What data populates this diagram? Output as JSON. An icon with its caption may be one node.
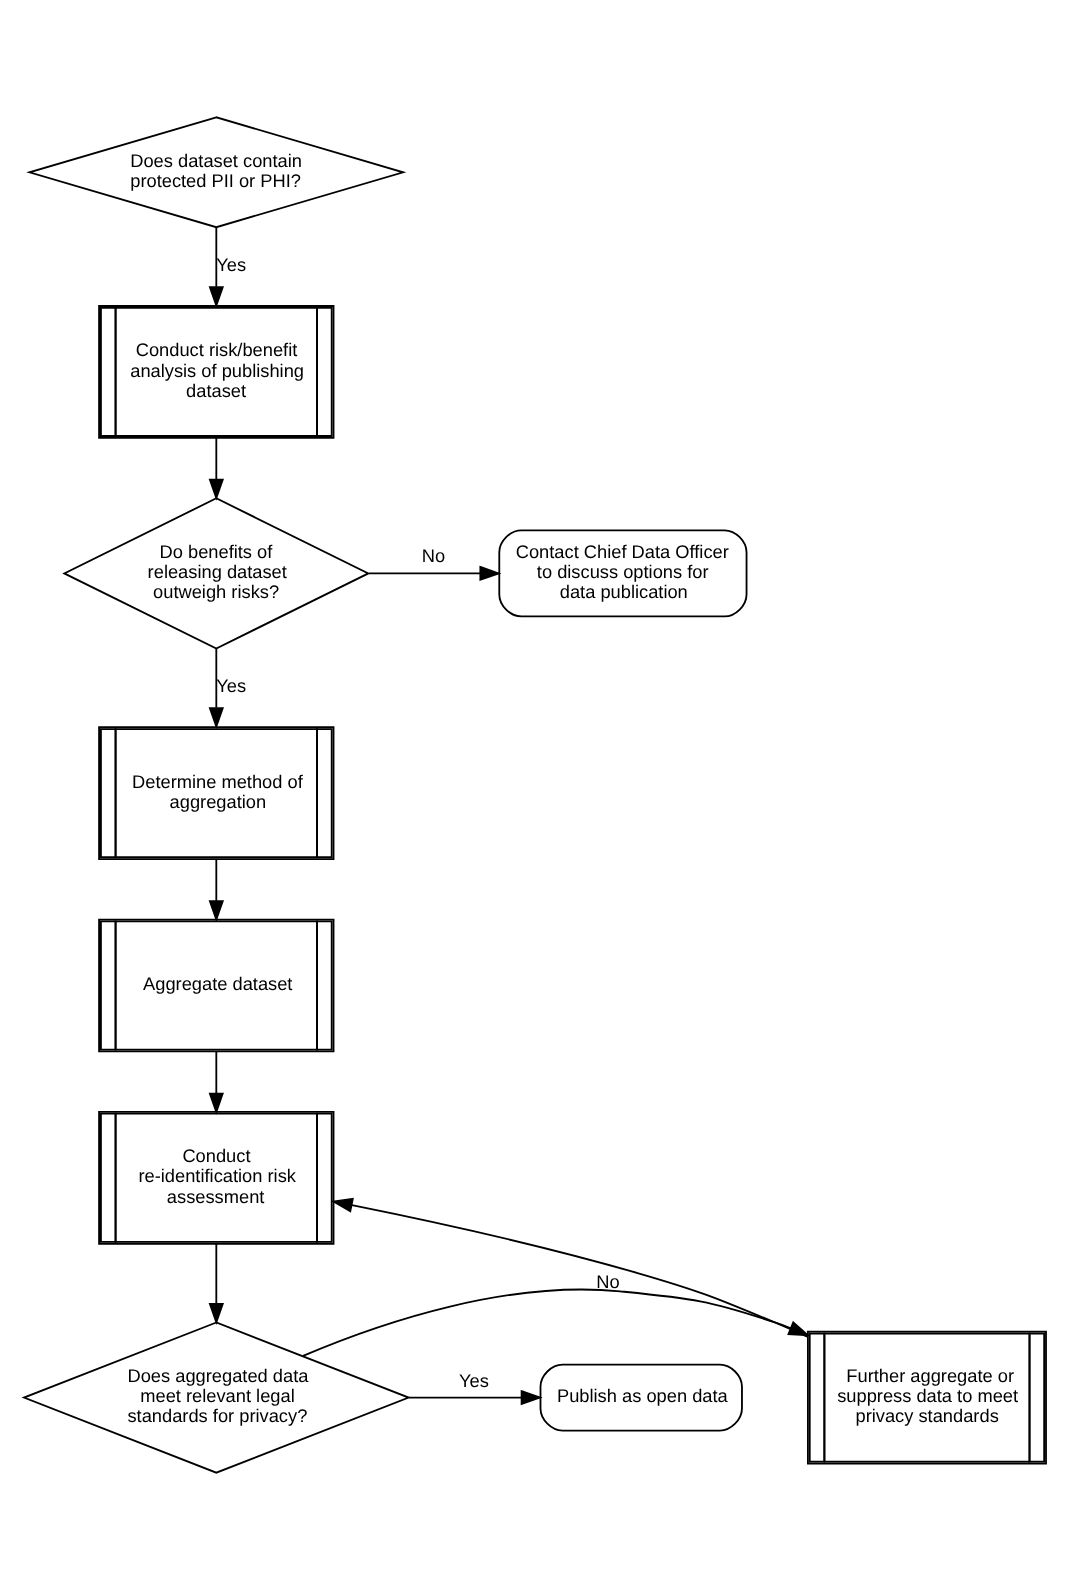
{
  "diagram": {
    "nodes": [
      {
        "text": [
          "Does dataset contain protected PII or PHI?"
        ]
      },
      {
        "text": [
          "Conduct risk/benefit analysis of publishing dataset"
        ]
      },
      {
        "text": [
          "Do benefits of releasing dataset outweigh risks?"
        ]
      },
      {
        "text": [
          "Contact Chief Data Officer to discuss options for data publication"
        ]
      },
      {
        "text": [
          "Determine method of aggregation"
        ]
      },
      {
        "text": [
          "Aggregate dataset"
        ]
      },
      {
        "text": [
          "Conduct re-identification risk assessment"
        ]
      },
      {
        "text": [
          "Does aggregated data meet relevant legal standards for privacy?"
        ]
      },
      {
        "text": [
          "Further aggregate or suppress data to meet privacy standards"
        ]
      },
      {
        "text": [
          "Publish as open data"
        ]
      }
    ],
    "edges": [
      {
        "from": 0,
        "to": 1,
        "arrow": "to",
        "label": "Yes"
      },
      {
        "from": 1,
        "to": 2,
        "arrow": "to"
      },
      {
        "from": 2,
        "to": 3,
        "arrow": "to",
        "label": "No"
      },
      {
        "from": 2,
        "to": 4,
        "arrow": "to",
        "label": "Yes"
      },
      {
        "from": 4,
        "to": 5,
        "arrow": "to"
      },
      {
        "from": 5,
        "to": 6,
        "arrow": "to"
      },
      {
        "from": 6,
        "to": 7,
        "arrow": "to"
      },
      {
        "from": 7,
        "to": 8,
        "arrow": "to",
        "label": "No"
      },
      {
        "from": 7,
        "to": 9,
        "arrow": "to",
        "label": "Yes"
      },
      {
        "from": 8,
        "to": 6,
        "arrow": "to"
      }
    ]
  }
}
